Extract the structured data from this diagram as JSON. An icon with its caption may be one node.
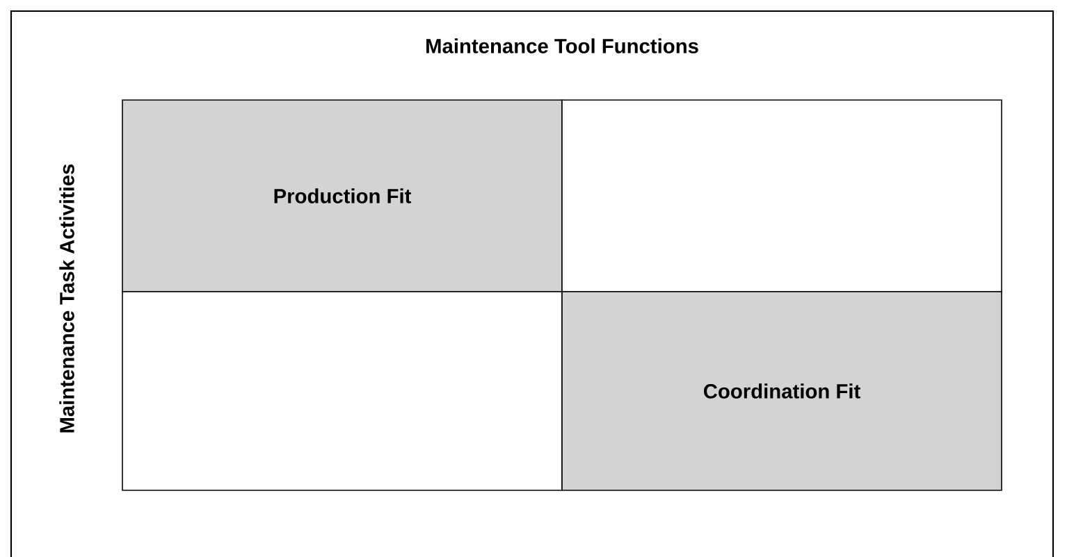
{
  "diagram": {
    "title": "Maintenance Tool Functions",
    "nodes": [
      {
        "text": [
          "Production Fit"
        ]
      },
      {
        "text": [],
        "shape": "box"
      },
      {
        "text": [],
        "shape": "box"
      },
      {
        "text": [
          "Coordination Fit"
        ]
      }
    ],
    "labels": [
      "Maintenance Task Activities"
    ]
  }
}
